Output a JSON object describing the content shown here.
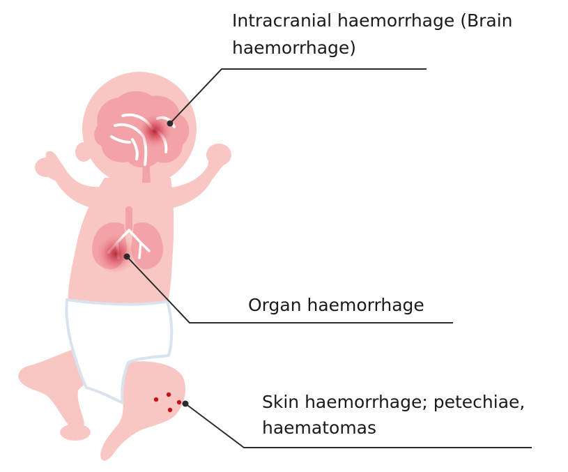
{
  "labels": {
    "brain_line1": "Intracranial haemorrhage (Brain",
    "brain_line2": "haemorrhage)",
    "organ": "Organ haemorrhage",
    "skin_line1": "Skin haemorrhage; petechiae,",
    "skin_line2": "haematomas"
  },
  "colors": {
    "skin": "#f9c7c3",
    "organ": "#f3a3a7",
    "vessel": "#ffffff",
    "bleed": "#c8283a",
    "diaper_fill": "#ffffff",
    "diaper_edge": "#d9e2ef",
    "leader": "#2b2b2b",
    "petechiae": "#c4121c"
  }
}
